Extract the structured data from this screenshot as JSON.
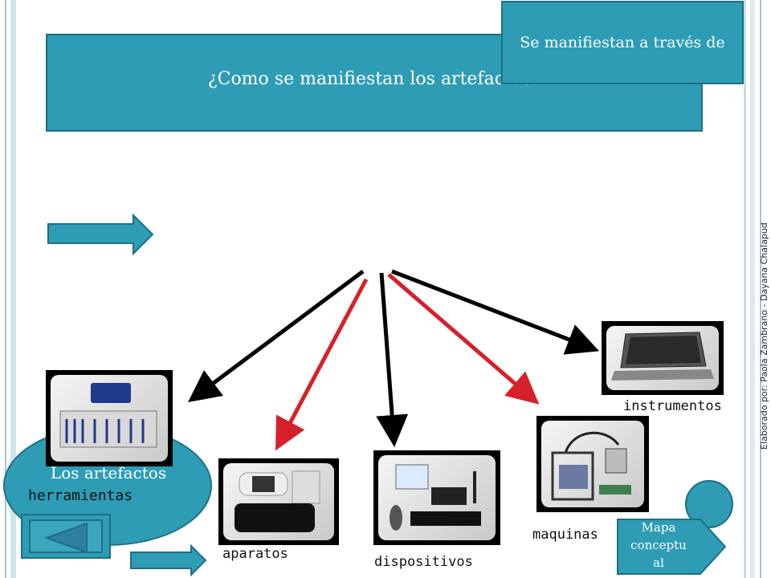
{
  "slide": {
    "question": "¿Como se manifiestan los artefactos?",
    "manifest_box": "Se manifiestan a través de",
    "credit": "Elaborado por: Paola Zambrano - Dayana Chalapud",
    "center_label": "Los artefactos",
    "categories": {
      "herramientas": "herramientas",
      "aparatos": "aparatos",
      "dispositivos": "dispositivos",
      "maquinas": "maquinas",
      "instrumentos": "instrumentos"
    },
    "mapa_button": "Mapa conceptu al"
  },
  "colors": {
    "teal": "#2e9cb5",
    "teal_dark": "#1f6f82",
    "arrow_black": "#000000",
    "arrow_red": "#d6202a"
  },
  "icons": {
    "herramientas": "toolbox-image",
    "aparatos": "electronics-image",
    "dispositivos": "computer-devices-image",
    "maquinas": "machine-image",
    "instrumentos": "laptop-image"
  }
}
